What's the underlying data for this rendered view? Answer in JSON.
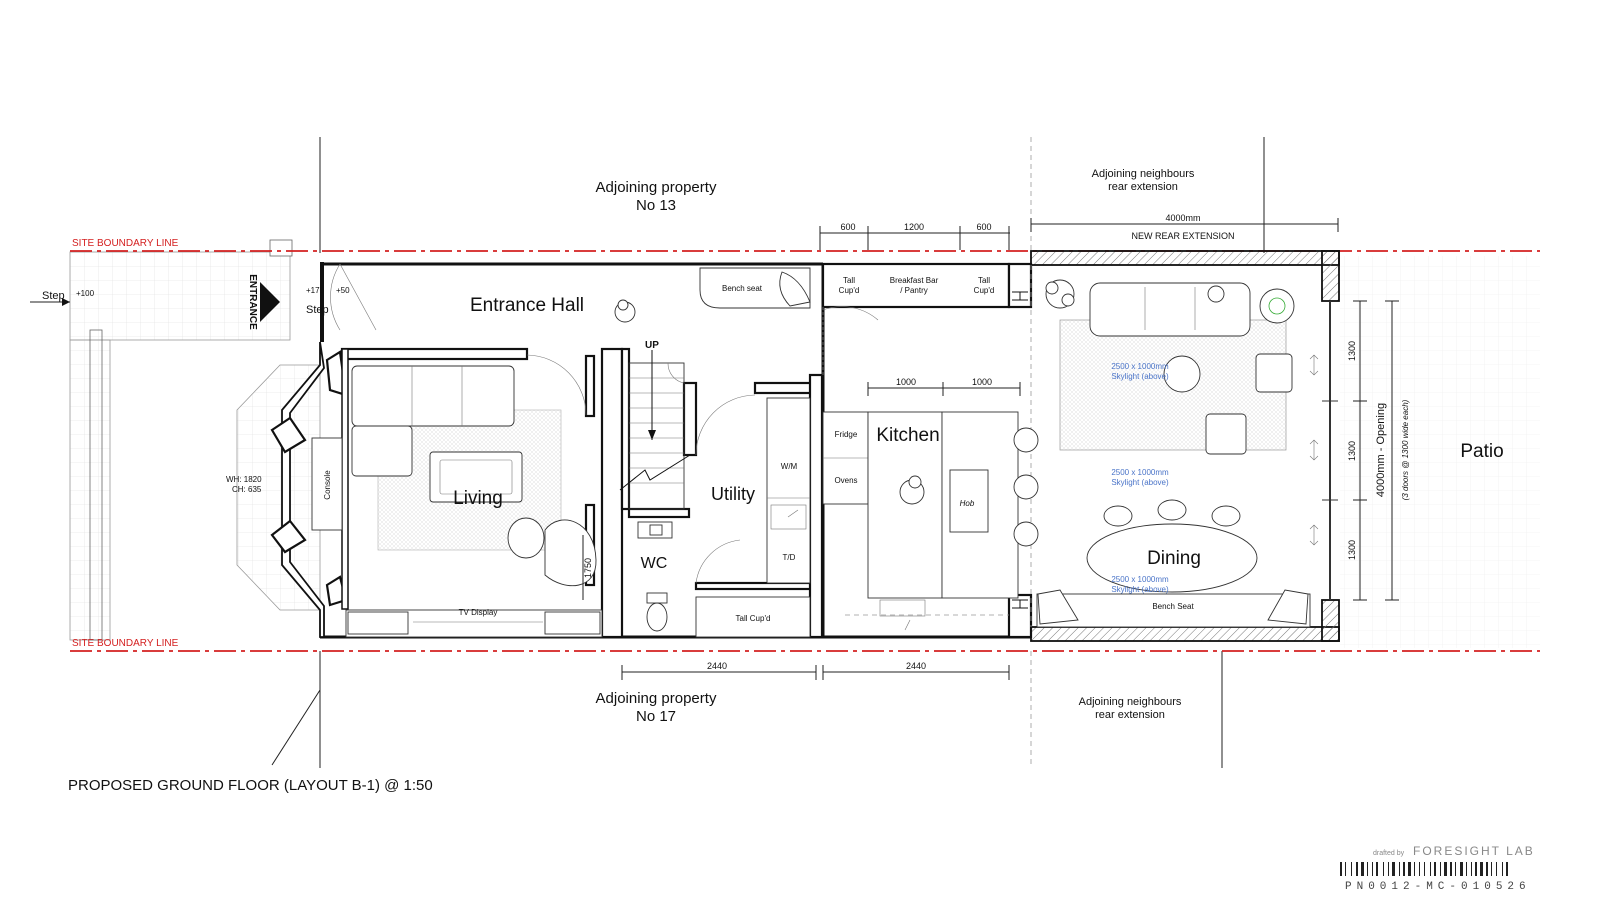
{
  "labels": {
    "site_boundary_top": "SITE BOUNDARY LINE",
    "site_boundary_bottom": "SITE BOUNDARY LINE",
    "adjoining_top_line1": "Adjoining property",
    "adjoining_top_line2": "No 13",
    "adjoining_bottom_line1": "Adjoining property",
    "adjoining_bottom_line2": "No 17",
    "neighbours_top_line1": "Adjoining neighbours",
    "neighbours_top_line2": "rear extension",
    "neighbours_bottom_line1": "Adjoining neighbours",
    "neighbours_bottom_line2": "rear extension",
    "new_rear_extension": "NEW REAR EXTENSION",
    "entrance": "ENTRANCE",
    "step_outer": "Step",
    "step_outer_level": "+100",
    "step_inner": "Step",
    "step_level_a": "+170",
    "step_level_b": "+50",
    "up": "UP",
    "wh": "WH: 1820",
    "ch": "CH: 635",
    "console": "Console",
    "tv_display": "TV Display",
    "bench_seat_hall": "Bench seat",
    "tall_cupd_a1": "Tall",
    "tall_cupd_a2": "Cup'd",
    "breakfast_bar1": "Breakfast Bar",
    "breakfast_bar2": "/ Pantry",
    "tall_cupd_b1": "Tall",
    "tall_cupd_b2": "Cup'd",
    "fridge": "Fridge",
    "ovens": "Ovens",
    "hob": "Hob",
    "wm": "W/M",
    "td": "T/D",
    "tall_cupd_utility": "Tall Cup'd",
    "bench_seat_dining": "Bench Seat",
    "skylight_size": "2500 x 1000mm",
    "skylight_above": "Skylight (above)",
    "opening_line1": "4000mm - Opening",
    "opening_line2": "(3 doors @ 1300 wide each)",
    "title": "PROPOSED GROUND FLOOR (LAYOUT B-1) @ 1:50",
    "drafted_by": "drafted by",
    "brand": "FORESIGHT LAB",
    "code": "PN0012-MC-010526"
  },
  "rooms": {
    "entrance_hall": "Entrance Hall",
    "living": "Living",
    "utility": "Utility",
    "wc": "WC",
    "kitchen": "Kitchen",
    "dining": "Dining",
    "patio": "Patio"
  },
  "dimensions": {
    "top_a": "600",
    "top_b": "1200",
    "top_c": "600",
    "extension_width": "4000mm",
    "island_a": "1000",
    "island_b": "1000",
    "bottom_a": "2440",
    "bottom_b": "2440",
    "living_depth": "1750",
    "door_1": "1300",
    "door_2": "1300",
    "door_3": "1300"
  },
  "colors": {
    "boundary": "#d42020",
    "skylight_text": "#4a74c8",
    "wall": "#111111"
  }
}
